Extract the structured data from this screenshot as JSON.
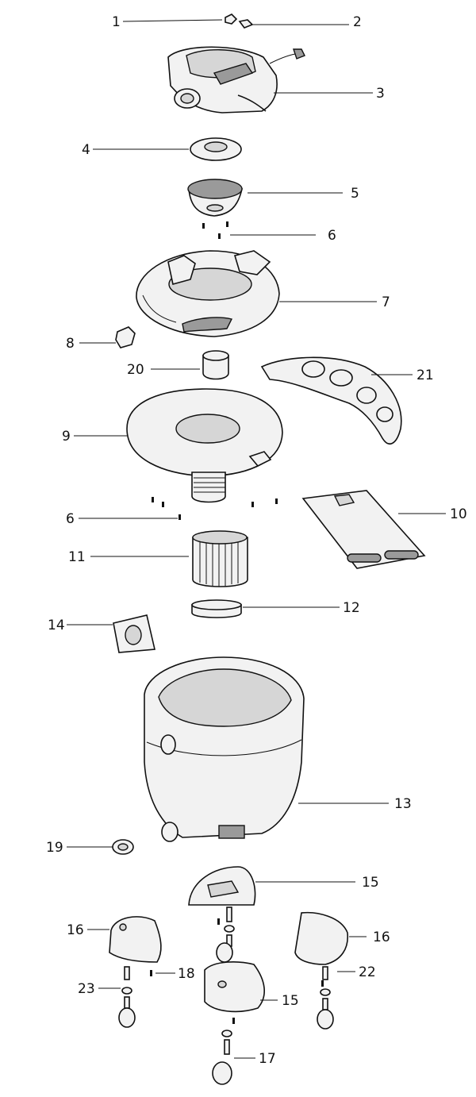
{
  "callouts": [
    {
      "id": "c1",
      "text": "1"
    },
    {
      "id": "c2",
      "text": "2"
    },
    {
      "id": "c3",
      "text": "3"
    },
    {
      "id": "c4",
      "text": "4"
    },
    {
      "id": "c5",
      "text": "5"
    },
    {
      "id": "c6a",
      "text": "6"
    },
    {
      "id": "c7",
      "text": "7"
    },
    {
      "id": "c8",
      "text": "8"
    },
    {
      "id": "c20",
      "text": "20"
    },
    {
      "id": "c21",
      "text": "21"
    },
    {
      "id": "c9",
      "text": "9"
    },
    {
      "id": "c6b",
      "text": "6"
    },
    {
      "id": "c10",
      "text": "10"
    },
    {
      "id": "c11",
      "text": "11"
    },
    {
      "id": "c12",
      "text": "12"
    },
    {
      "id": "c14",
      "text": "14"
    },
    {
      "id": "c13",
      "text": "13"
    },
    {
      "id": "c19",
      "text": "19"
    },
    {
      "id": "c15a",
      "text": "15"
    },
    {
      "id": "c16a",
      "text": "16"
    },
    {
      "id": "c16b",
      "text": "16"
    },
    {
      "id": "c18",
      "text": "18"
    },
    {
      "id": "c22",
      "text": "22"
    },
    {
      "id": "c23",
      "text": "23"
    },
    {
      "id": "c15b",
      "text": "15"
    },
    {
      "id": "c17",
      "text": "17"
    }
  ]
}
